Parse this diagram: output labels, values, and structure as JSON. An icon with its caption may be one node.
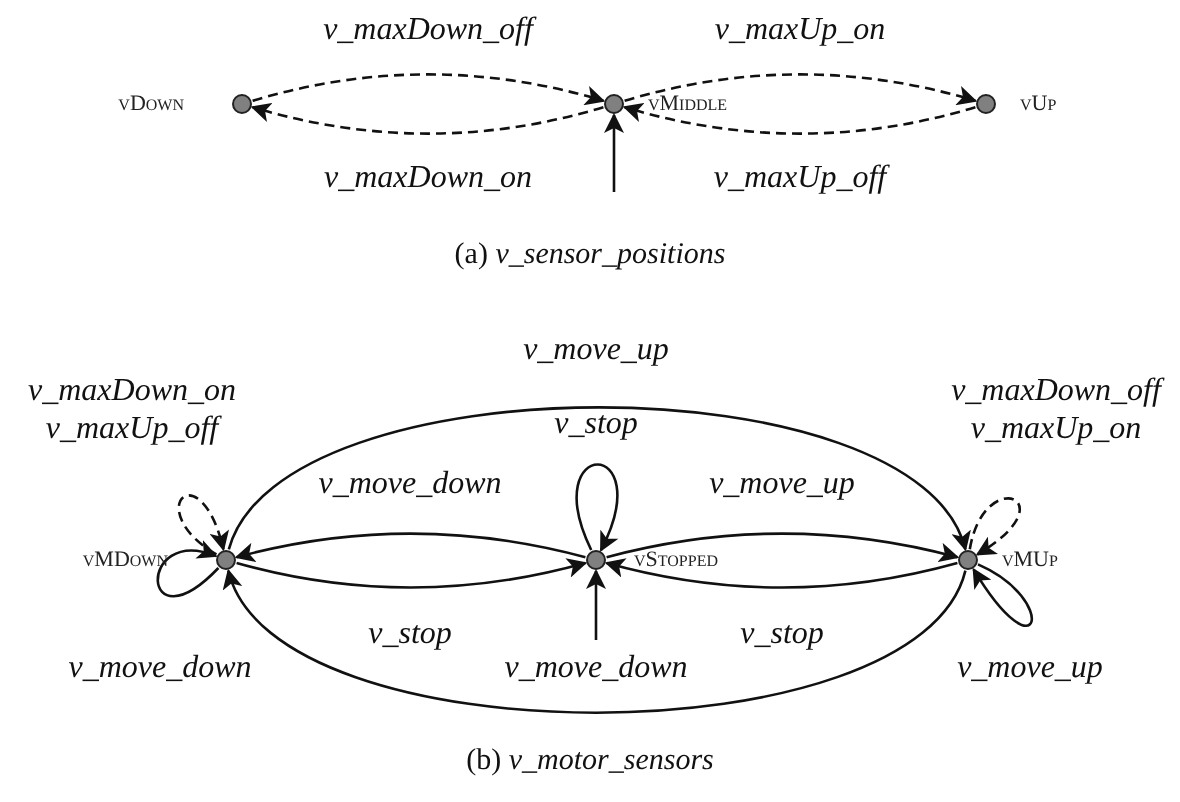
{
  "diagram": {
    "nodes": [
      {
        "text": [],
        "shape": "circle",
        "beside": [
          "vDown"
        ]
      },
      {
        "text": [],
        "shape": "circle",
        "beside": [
          "vMiddle"
        ]
      },
      {
        "text": [],
        "shape": "circle",
        "beside": [
          "vUp"
        ]
      },
      {
        "text": [],
        "shape": "circle",
        "beside": [
          "vMDown"
        ]
      },
      {
        "text": [],
        "shape": "circle",
        "beside": [
          "vStopped"
        ]
      },
      {
        "text": [],
        "shape": "circle",
        "beside": [
          "vMUp"
        ]
      }
    ],
    "edges": [
      {
        "from": 0,
        "to": 1,
        "arrow": "to",
        "label": "v_maxDown_off",
        "style": "dashed"
      },
      {
        "from": 1,
        "to": 0,
        "arrow": "to",
        "label": "v_maxDown_on",
        "style": "dashed"
      },
      {
        "from": 1,
        "to": 2,
        "arrow": "to",
        "label": "v_maxUp_on",
        "style": "dashed"
      },
      {
        "from": 2,
        "to": 1,
        "arrow": "to",
        "label": "v_maxUp_off",
        "style": "dashed"
      },
      {
        "from": null,
        "to": 1,
        "arrow": "to"
      },
      {
        "from": 3,
        "to": 3,
        "arrow": "to",
        "label": "v_maxDown_on v_maxUp_off",
        "style": "dashed"
      },
      {
        "from": 3,
        "to": 3,
        "arrow": "to",
        "label": "v_move_down"
      },
      {
        "from": 3,
        "to": 5,
        "arrow": "to",
        "label": "v_move_up"
      },
      {
        "from": 4,
        "to": 4,
        "arrow": "to",
        "label": "v_stop"
      },
      {
        "from": 4,
        "to": 3,
        "arrow": "to",
        "label": "v_move_down"
      },
      {
        "from": 3,
        "to": 4,
        "arrow": "to",
        "label": "v_stop"
      },
      {
        "from": 4,
        "to": 5,
        "arrow": "to",
        "label": "v_move_up"
      },
      {
        "from": 5,
        "to": 4,
        "arrow": "to",
        "label": "v_stop"
      },
      {
        "from": 5,
        "to": 5,
        "arrow": "to",
        "label": "v_maxDown_off v_maxUp_on",
        "style": "dashed"
      },
      {
        "from": 5,
        "to": 5,
        "arrow": "to",
        "label": "v_move_up"
      },
      {
        "from": 5,
        "to": 3,
        "arrow": "to",
        "label": "v_move_down"
      },
      {
        "from": null,
        "to": 4,
        "arrow": "to"
      }
    ],
    "labels": [
      "(a) *v_sensor_positions*",
      "(b) *v_motor_sensors*"
    ]
  }
}
